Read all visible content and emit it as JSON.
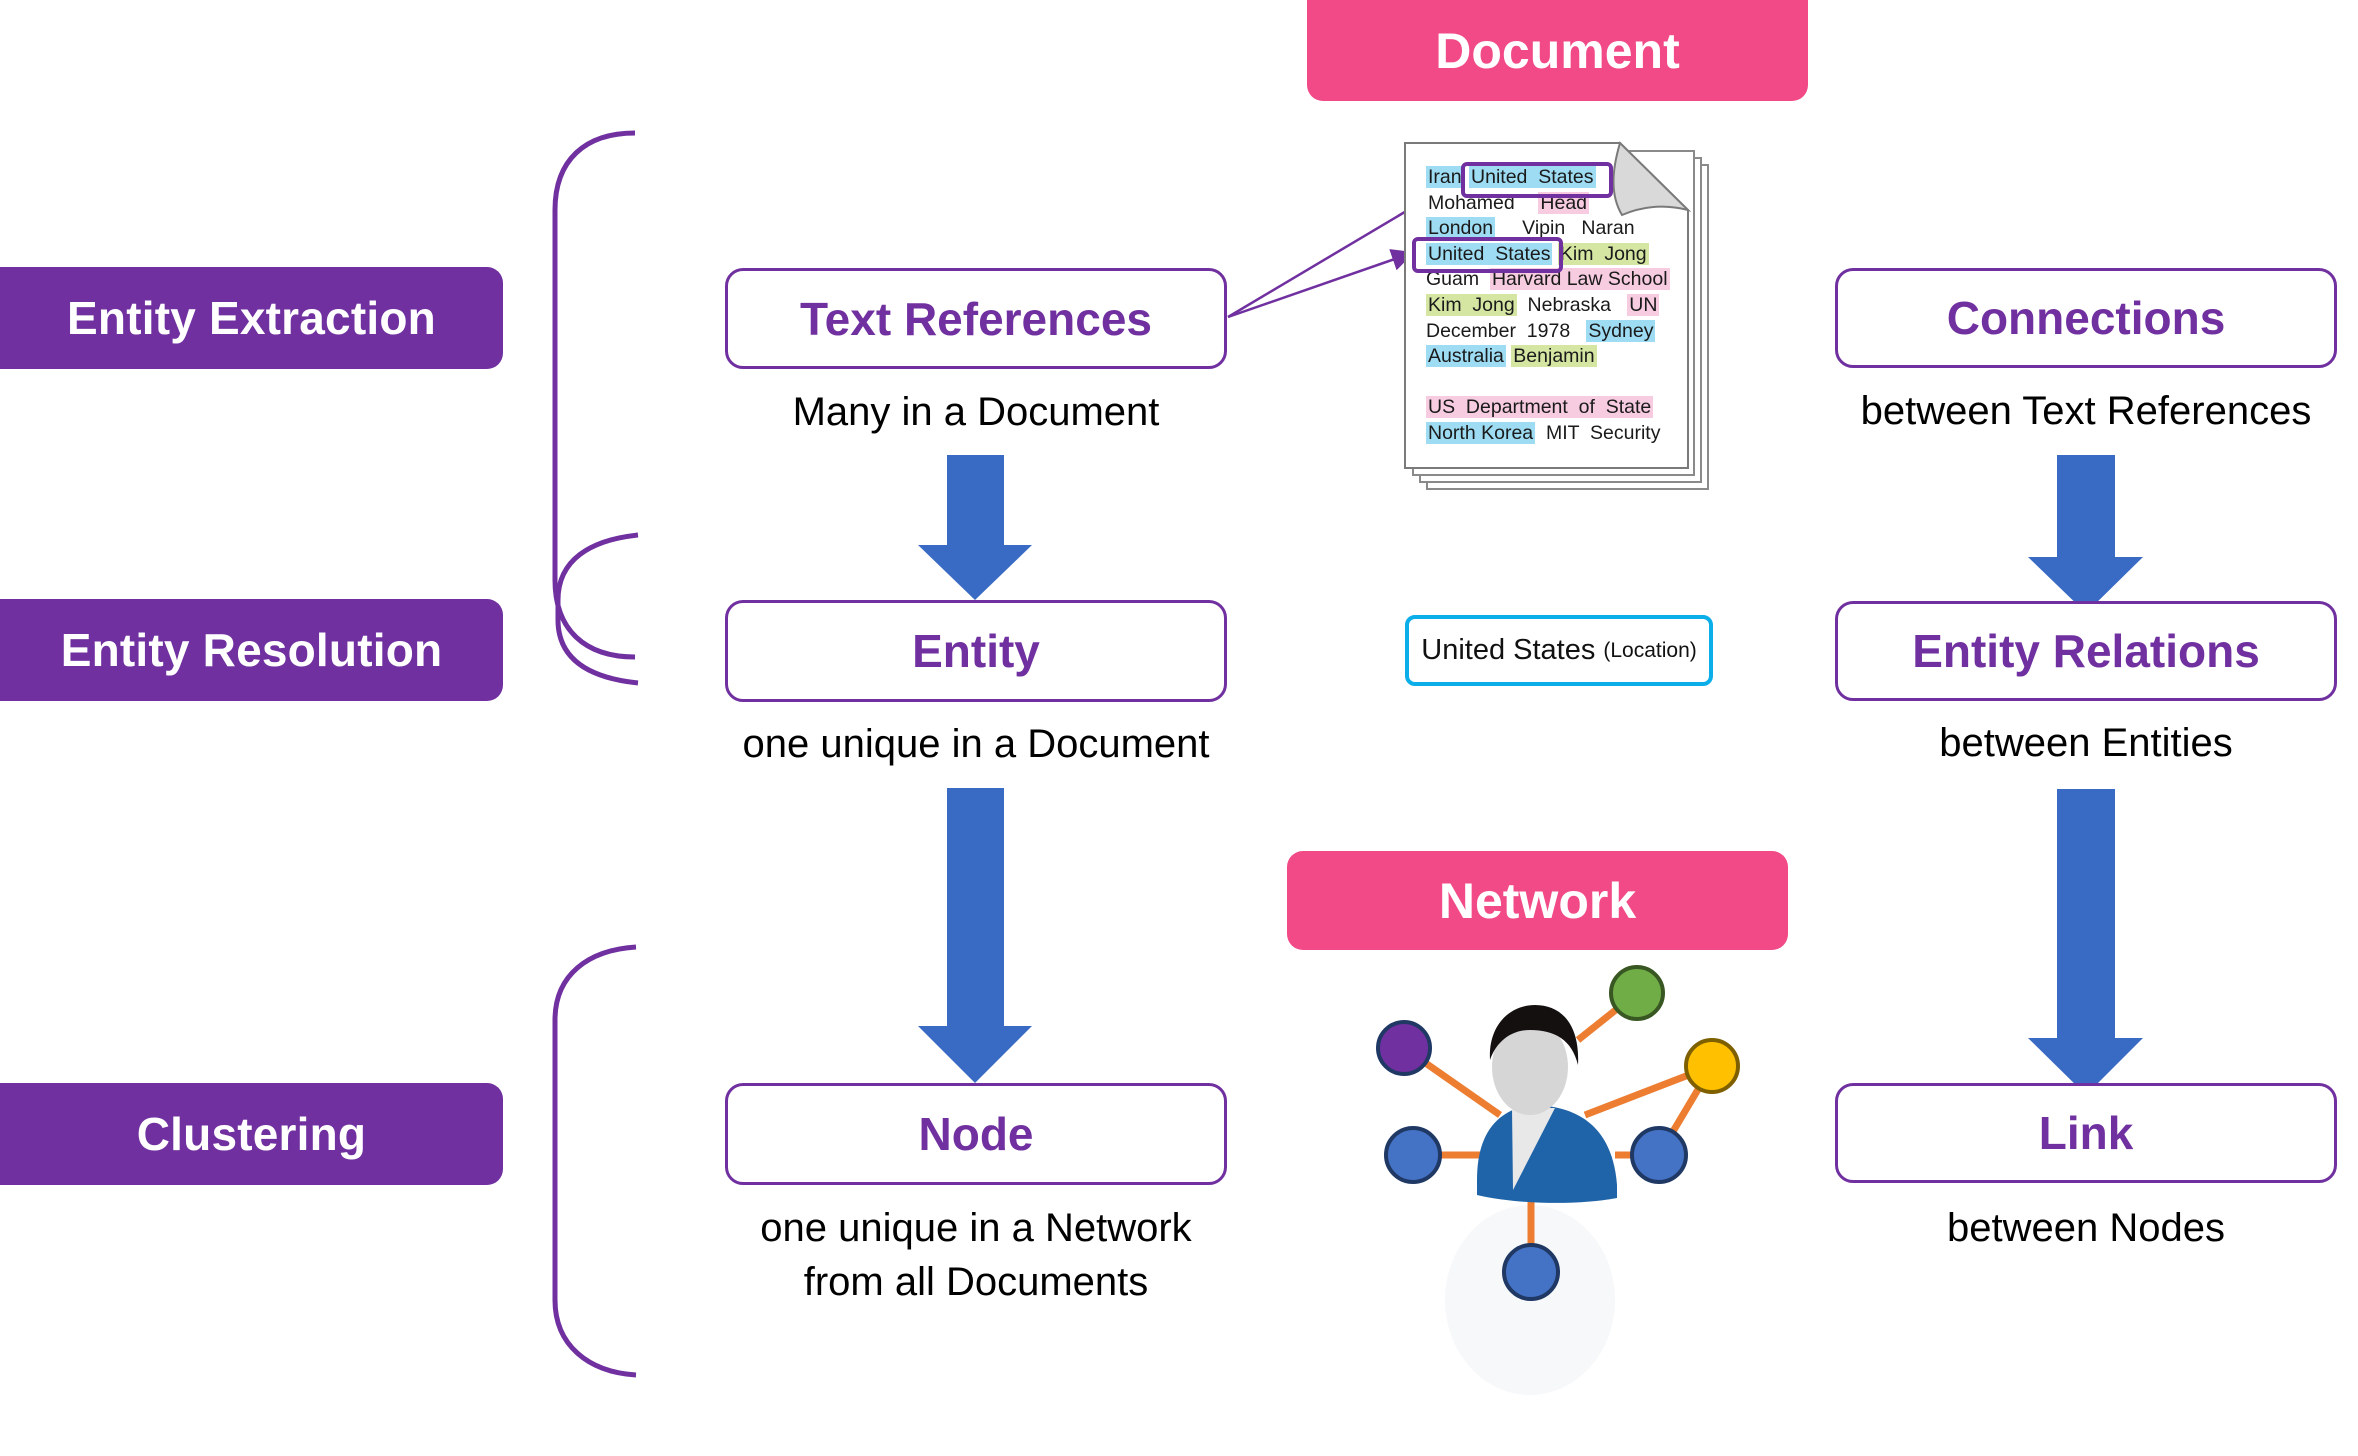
{
  "stages": [
    {
      "id": "extraction",
      "label": "Entity Extraction"
    },
    {
      "id": "resolution",
      "label": "Entity Resolution"
    },
    {
      "id": "clustering",
      "label": "Clustering"
    }
  ],
  "headers": {
    "document": "Document",
    "network": "Network"
  },
  "left_column": {
    "text_references": {
      "title": "Text References",
      "caption": "Many in a Document"
    },
    "entity": {
      "title": "Entity",
      "caption": "one unique in a Document"
    },
    "node": {
      "title": "Node",
      "caption_line1": "one unique in a Network",
      "caption_line2": "from all Documents"
    }
  },
  "right_column": {
    "connections": {
      "title": "Connections",
      "caption": "between Text References"
    },
    "entity_relations": {
      "title": "Entity Relations",
      "caption": "between Entities"
    },
    "link": {
      "title": "Link",
      "caption": "between Nodes"
    }
  },
  "resolved_entity": {
    "name": "United States",
    "type": "(Location)"
  },
  "document_text": {
    "legend_colors": {
      "location": "#9DDCF3",
      "organization": "#F7CCE0",
      "person": "#D4E6A2"
    },
    "lines": [
      [
        {
          "t": "Iran",
          "c": "loc"
        },
        {
          "t": " "
        },
        {
          "t": "United  States",
          "c": "loc"
        }
      ],
      [
        {
          "t": "Mohamed",
          "c": "none"
        },
        {
          "t": "    "
        },
        {
          "t": "Head",
          "c": "org"
        }
      ],
      [
        {
          "t": "London",
          "c": "loc"
        },
        {
          "t": "     Vipin   Naran"
        }
      ],
      [
        {
          "t": "United  States",
          "c": "loc"
        },
        {
          "t": " "
        },
        {
          "t": "Kim  Jong",
          "c": "per"
        }
      ],
      [
        {
          "t": "Guam  "
        },
        {
          "t": "Harvard Law School",
          "c": "org"
        }
      ],
      [
        {
          "t": "Kim  Jong",
          "c": "per"
        },
        {
          "t": "  Nebraska   "
        },
        {
          "t": "UN",
          "c": "org"
        }
      ],
      [
        {
          "t": "December  1978   "
        },
        {
          "t": "Sydney",
          "c": "loc"
        }
      ],
      [
        {
          "t": "Australia",
          "c": "loc"
        },
        {
          "t": " "
        },
        {
          "t": "Benjamin",
          "c": "per"
        }
      ],
      [
        {
          "t": ""
        }
      ],
      [
        {
          "t": "US  Department  of  State",
          "c": "org"
        }
      ],
      [
        {
          "t": "North Korea",
          "c": "loc"
        },
        {
          "t": "  MIT  Security"
        }
      ]
    ]
  },
  "colors": {
    "stage_purple": "#7030A0",
    "header_pink": "#F14A87",
    "arrow_blue": "#3A6BC4",
    "location_border": "#0BAEE8",
    "network_edge": "#ED7D31"
  },
  "network_nodes": [
    {
      "id": "n-purple",
      "color": "#7030A0"
    },
    {
      "id": "n-green",
      "color": "#70AD47"
    },
    {
      "id": "n-yellow",
      "color": "#FFC000"
    },
    {
      "id": "n-blue-left",
      "color": "#4472C4"
    },
    {
      "id": "n-blue-right",
      "color": "#4472C4"
    },
    {
      "id": "n-blue-bottom",
      "color": "#4472C4"
    }
  ]
}
